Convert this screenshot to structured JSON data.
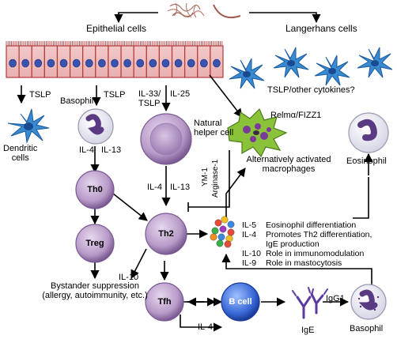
{
  "labels": {
    "epithelial": "Epithelial cells",
    "langerhans": "Langerhans cells",
    "tslp_other": "TSLP/other cytokines?",
    "tslp_left": "TSLP",
    "tslp_mid": "TSLP",
    "basophil_top": "Basophil",
    "il33_tslp": "IL-33/\nTSLP",
    "il25": "IL-25",
    "relm": "Relmα/FIZZ1",
    "dendritic": "Dendritic\ncells",
    "natural_helper": "Natural\nhelper cell",
    "alt_macrophages": "Alternatively activated\nmacrophages",
    "eosinophil": "Eosinophil",
    "il4_a": "IL-4",
    "il13_a": "IL-13",
    "il4_b": "IL-4",
    "il13_b": "IL-13",
    "ym1": "YM-1",
    "arginase": "Arginase-1",
    "th0": "Th0",
    "th2": "Th2",
    "treg": "Treg",
    "tfh": "Tfh",
    "bcell": "B cell",
    "il10_left": "IL-10",
    "bystander": "Bystander suppression\n(allergy, autoimmunity, etc.)",
    "il4_bottom": "IL-4",
    "ige": "IgE",
    "igg1": "IgG1",
    "basophil_bottom": "Basophil"
  },
  "cytokine_effects": [
    {
      "cytokine": "IL-5",
      "effect": "Eosinophil differentiation"
    },
    {
      "cytokine": "IL-4",
      "effect": "Promotes Th2 differentiation,\nIgE production"
    },
    {
      "cytokine": "IL-10",
      "effect": "Role in immunomodulation"
    },
    {
      "cytokine": "IL-9",
      "effect": "Role in mastocytosis"
    }
  ],
  "colors": {
    "tcell": "#b89ac8",
    "tcell_dark": "#7a5a92",
    "bcell": "#3a6ad8",
    "epithelium": "#b53a3a",
    "nucleus": "#3a52b0",
    "dendritic": "#3a8ad0",
    "macrophage": "#8ac23a",
    "eos": "#5a3a82"
  }
}
